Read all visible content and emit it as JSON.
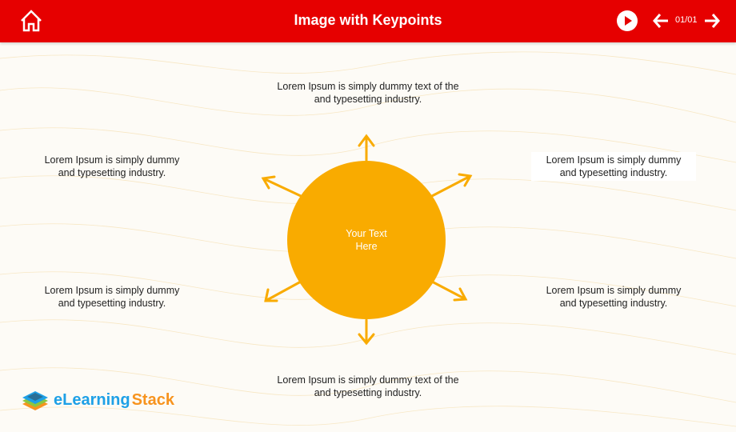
{
  "header": {
    "title": "Image with Keypoints",
    "page_indicator": "01/01"
  },
  "center": {
    "line1": "Your Text",
    "line2": "Here"
  },
  "keypoints": [
    {
      "line1": "Lorem Ipsum is simply dummy text of the",
      "line2": "and typesetting industry."
    },
    {
      "line1": "Lorem Ipsum is simply dummy",
      "line2": "and typesetting industry."
    },
    {
      "line1": "Lorem Ipsum is simply dummy",
      "line2": "and typesetting industry."
    },
    {
      "line1": "Lorem Ipsum is simply dummy",
      "line2": "and typesetting industry."
    },
    {
      "line1": "Lorem Ipsum is simply dummy",
      "line2": "and typesetting industry."
    },
    {
      "line1": "Lorem Ipsum is simply dummy text of the",
      "line2": "and typesetting industry."
    }
  ],
  "logo": {
    "part1": "eLearning",
    "part2": "Stack"
  },
  "colors": {
    "header": "#e60000",
    "accent": "#f9ab00",
    "logo_blue": "#1ea0e6",
    "logo_orange": "#f7931e"
  }
}
